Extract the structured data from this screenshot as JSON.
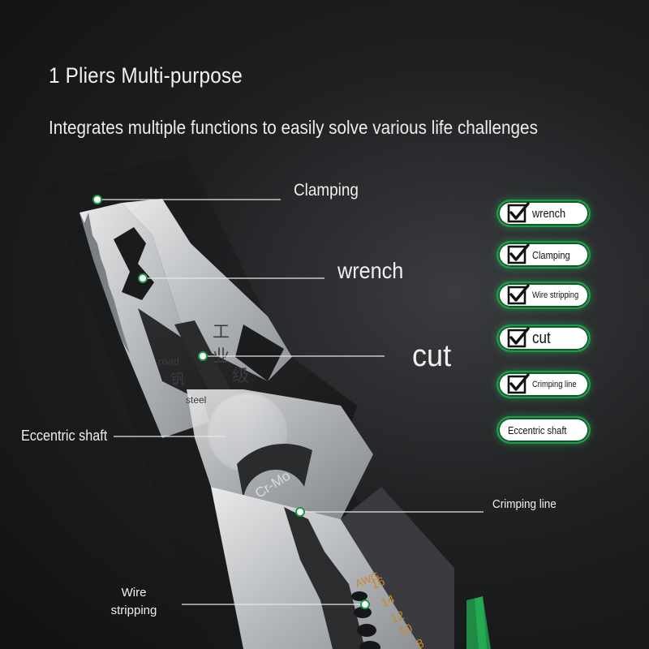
{
  "headline": {
    "title": "1 Pliers Multi-purpose",
    "subtitle": "Integrates multiple functions to easily solve various life challenges"
  },
  "callouts": {
    "clamping": "Clamping",
    "wrench": "wrench",
    "cut": "cut",
    "eccentric_shaft": "Eccentric shaft",
    "crimping_line": "Crimping line",
    "wire_stripping_line1": "Wire",
    "wire_stripping_line2": "stripping"
  },
  "tool_markings": {
    "chinese_top": "工",
    "chinese_mid": "业",
    "chinese_bottom": "级",
    "chinese_left": "钒",
    "road": "road",
    "steel": "steel",
    "material": "Cr-Mo",
    "awg": "AWG",
    "gauges": [
      "16",
      "14",
      "12",
      "10",
      "8"
    ]
  },
  "feature_badges": [
    {
      "label": "wrench",
      "checked": true
    },
    {
      "label": "Clamping",
      "checked": true
    },
    {
      "label": "Wire stripping",
      "checked": true
    },
    {
      "label": "cut",
      "checked": true
    },
    {
      "label": "Crimping line",
      "checked": true
    },
    {
      "label": "Eccentric shaft",
      "checked": false
    }
  ],
  "colors": {
    "accent_green": "#1f9a47",
    "awg_orange": "#c98a2a",
    "text_light": "#f0f0f0"
  }
}
